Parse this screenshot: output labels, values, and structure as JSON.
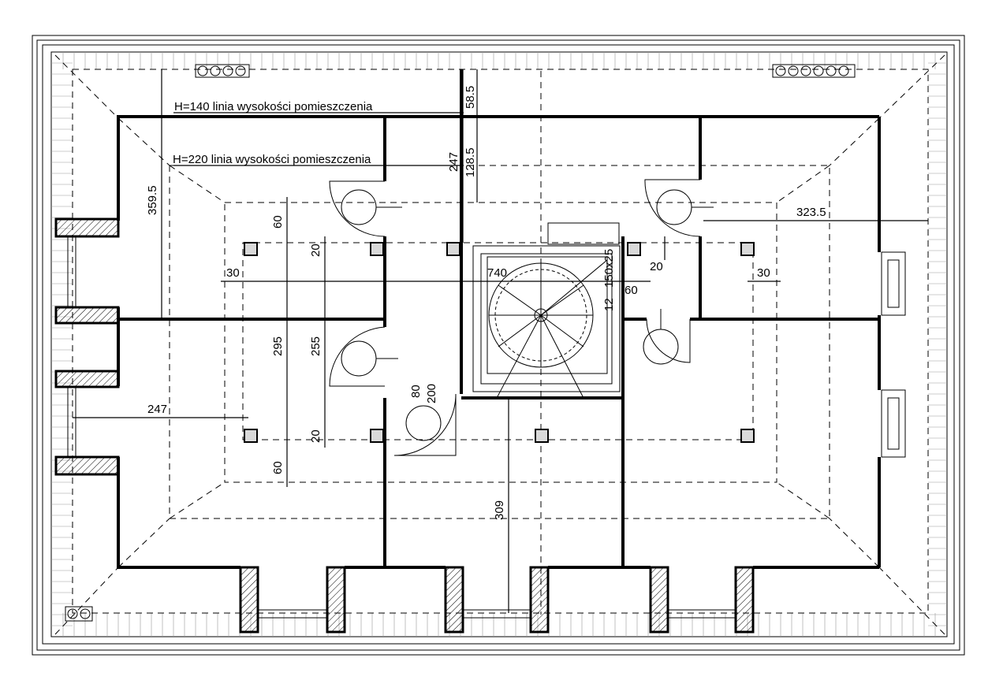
{
  "plan": {
    "height_lines": [
      {
        "text": "H=140  linia wysokości pomieszczenia"
      },
      {
        "text": "H=220  linia wysokości pomieszczenia"
      }
    ],
    "dimensions": {
      "d_58_5": "58.5",
      "d_128_5": "128.5",
      "d_247_top": "247",
      "d_359_5": "359.5",
      "d_323_5": "323.5",
      "d_60_top": "60",
      "d_20_top_left": "20",
      "d_30_left": "30",
      "d_30_right": "30",
      "d_295": "295",
      "d_255": "255",
      "d_20_bottom": "20",
      "d_60_bottom": "60",
      "d_247_left": "247",
      "d_309": "309",
      "d_80_200": "80",
      "d_200": "200",
      "d_20_right": "20",
      "d_60_right": "60",
      "d_740": "740",
      "d_150x25": "150x25",
      "d_12": "12"
    }
  }
}
